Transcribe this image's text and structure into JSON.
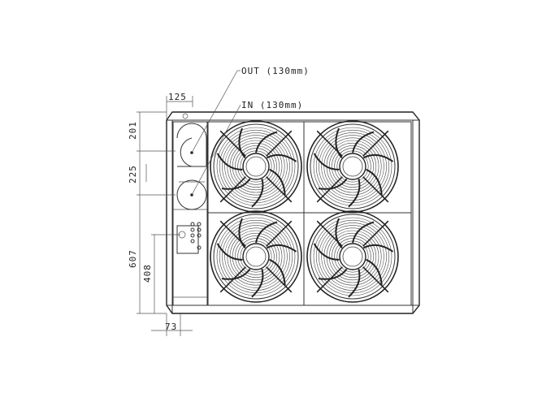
{
  "callouts": {
    "out": "OUT (130mm)",
    "in": "IN (130mm)"
  },
  "dimensions": {
    "width_top": "125",
    "height_201": "201",
    "height_225": "225",
    "height_607": "607",
    "height_408": "408",
    "width_bottom": "73"
  },
  "fans": {
    "count": 4,
    "blades_per_fan": 7
  }
}
